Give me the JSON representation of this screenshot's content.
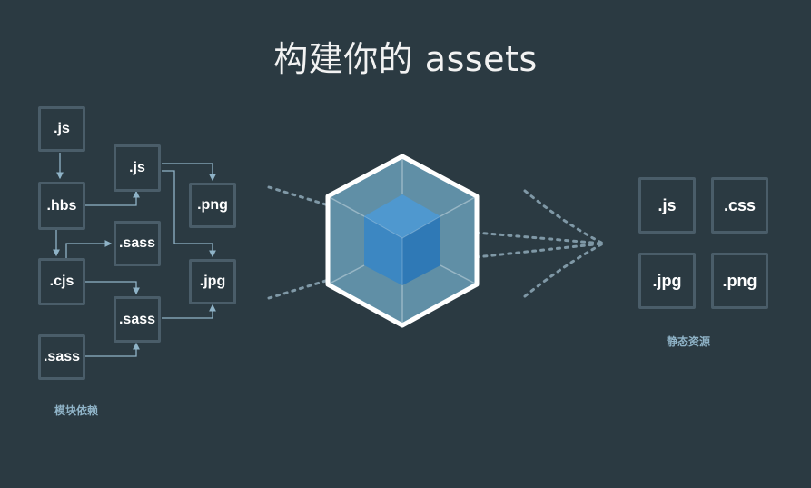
{
  "title": "构建你的 assets",
  "modules": {
    "caption": "模块依赖",
    "nodes": [
      {
        "id": "js1",
        "label": ".js"
      },
      {
        "id": "hbs",
        "label": ".hbs"
      },
      {
        "id": "cjs",
        "label": ".cjs"
      },
      {
        "id": "sass1",
        "label": ".sass"
      },
      {
        "id": "js2",
        "label": ".js"
      },
      {
        "id": "sass2",
        "label": ".sass"
      },
      {
        "id": "sass3",
        "label": ".sass"
      },
      {
        "id": "png",
        "label": ".png"
      },
      {
        "id": "jpg",
        "label": ".jpg"
      }
    ]
  },
  "assets": {
    "caption": "静态资源",
    "nodes": [
      {
        "id": "out-js",
        "label": ".js"
      },
      {
        "id": "out-css",
        "label": ".css"
      },
      {
        "id": "out-jpg",
        "label": ".jpg"
      },
      {
        "id": "out-png",
        "label": ".png"
      }
    ]
  },
  "colors": {
    "background": "#2b3a42",
    "box_border": "#4a5d69",
    "wire": "#8fb3c7",
    "cube_outer": "#8dd6f9",
    "cube_inner": "#1c78c0"
  },
  "icons": {
    "center": "webpack-cube-icon"
  }
}
